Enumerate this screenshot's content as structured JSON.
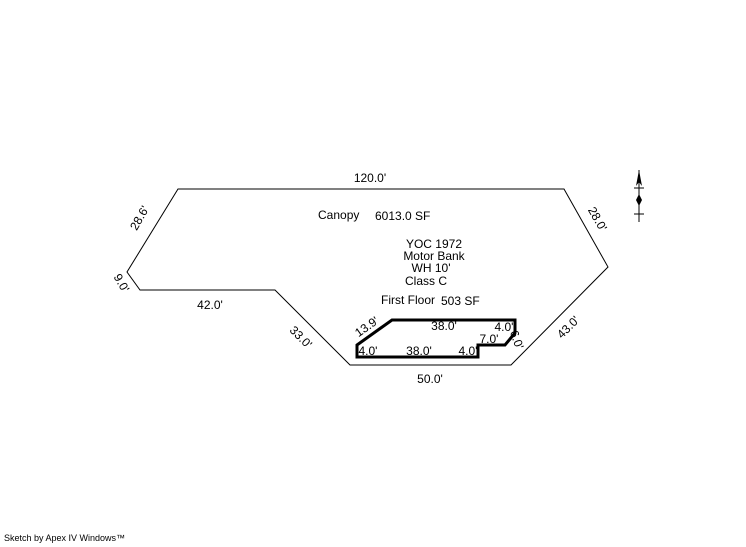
{
  "canopy": {
    "label": "Canopy",
    "area": "6013.0 SF",
    "dims": {
      "top": "120.0'",
      "upper_left": "28.6'",
      "upper_right": "28.0'",
      "left": "9.0'",
      "lower_left": "42.0'",
      "diag_left": "33.0'",
      "bottom": "50.0'",
      "diag_right": "43.0'"
    }
  },
  "notes": {
    "yoc": "YOC 1972",
    "use": "Motor Bank",
    "wall_height": "WH 10'",
    "class": "Class C"
  },
  "first_floor": {
    "label": "First Floor",
    "area": "503 SF",
    "dims": {
      "diag": "13.9'",
      "top": "38.0'",
      "top_right": "4.0'",
      "right": "6.0'",
      "step": "7.0'",
      "bottom_right": "4.0'",
      "bottom": "38.0'",
      "left": "4.0'"
    }
  },
  "north_arrow": {
    "icon": "north-arrow-icon"
  },
  "footer": "Sketch by Apex IV Windows™"
}
